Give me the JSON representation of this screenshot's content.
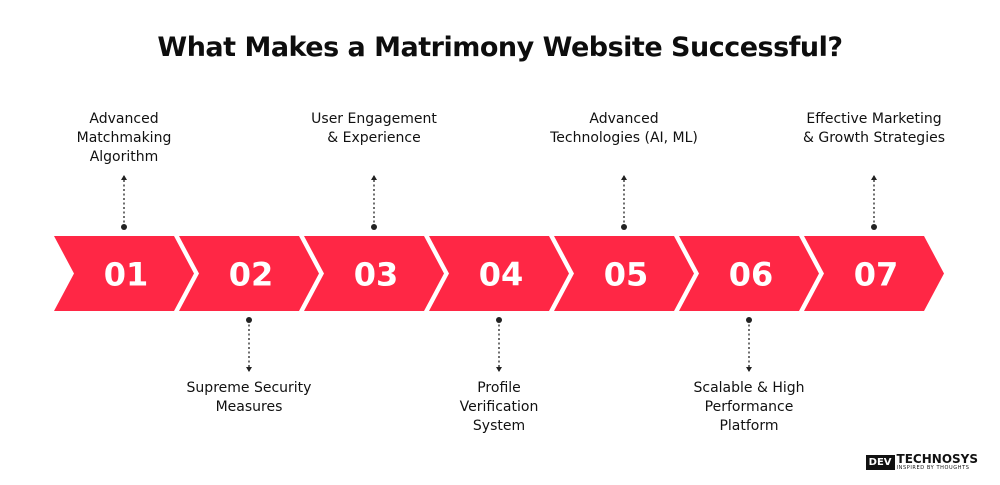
{
  "title": "What Makes a Matrimony Website Successful?",
  "colors": {
    "arrow": "#ff2745",
    "text": "#ffffff",
    "connector": "#222222"
  },
  "steps": [
    {
      "number": "01",
      "lines": [
        "Advanced",
        "Matchmaking",
        "Algorithm"
      ],
      "position": "top"
    },
    {
      "number": "02",
      "lines": [
        "Supreme Security",
        "Measures"
      ],
      "position": "bottom"
    },
    {
      "number": "03",
      "lines": [
        "User Engagement",
        "& Experience"
      ],
      "position": "top"
    },
    {
      "number": "04",
      "lines": [
        "Profile",
        "Verification",
        "System"
      ],
      "position": "bottom"
    },
    {
      "number": "05",
      "lines": [
        "Advanced",
        "Technologies (AI, ML)"
      ],
      "position": "top"
    },
    {
      "number": "06",
      "lines": [
        "Scalable & High",
        "Performance",
        "Platform"
      ],
      "position": "bottom"
    },
    {
      "number": "07",
      "lines": [
        "Effective Marketing",
        "& Growth Strategies"
      ],
      "position": "top"
    }
  ],
  "logo": {
    "box": "DEV",
    "word": "TECHNOSYS",
    "tagline": "INSPIRED BY THOUGHTS"
  }
}
